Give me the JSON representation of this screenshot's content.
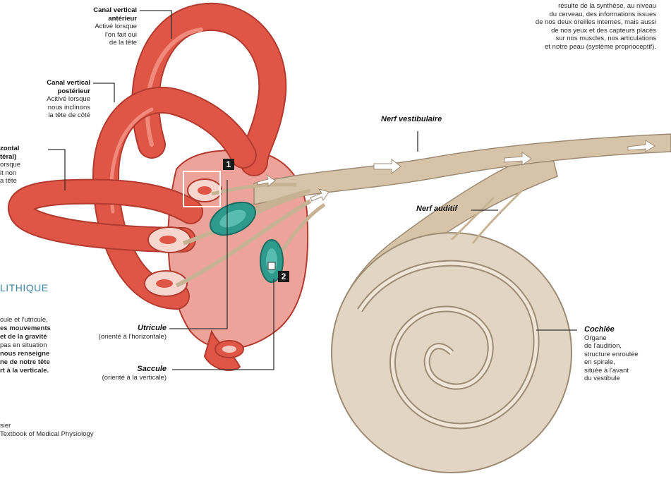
{
  "labels": {
    "canal_anterieur": {
      "title1": "Canal vertical",
      "title2": "antérieur",
      "desc": [
        "Activé lorsque",
        "l'on fait oui",
        "de la tête"
      ]
    },
    "canal_posterieur": {
      "title1": "Canal vertical",
      "title2": "postérieur",
      "desc": [
        "Acitivé lorsque",
        "nous inclinons",
        "la tête de côté"
      ]
    },
    "canal_horizontal": {
      "title1": "zontal",
      "title2": "téral)",
      "desc": [
        "orsque",
        "it non",
        "a tête"
      ]
    },
    "intro": [
      "résulte de la synthèse, au niveau",
      "du cerveau, des informations issues",
      "de nos deux oreilles internes, mais aussi",
      "de nos yeux et des capteurs placés",
      "sur nos muscles, nos articulations",
      "et notre peau (système proprioceptif)."
    ],
    "nerf_vestibulaire": "Nerf vestibulaire",
    "nerf_auditif": "Nerf auditif",
    "utricule": {
      "title": "Utricule",
      "desc": "(orienté à l'horizontale)"
    },
    "saccule": {
      "title": "Saccule",
      "desc": "(orienté à la verticale)"
    },
    "cochlee": {
      "title": "Cochlée",
      "desc": [
        "Organe",
        "de l'audition,",
        "structure enroulée",
        "en spirale,",
        "située à l'avant",
        "du vestibule"
      ]
    },
    "marker1": "1",
    "marker2": "2"
  },
  "section": {
    "title": "LITHIQUE",
    "lines": [
      "cule et l'utricule,",
      "es mouvements",
      "et de la gravité",
      "pas en situation",
      "nous renseigne",
      "ne de notre tête",
      "rt à la verticale."
    ]
  },
  "source": [
    "sier",
    "Textbook of Medical Physiology"
  ],
  "colors": {
    "canal": "#e05646",
    "canal_dark": "#b23a2e",
    "vestibule": "#eea39a",
    "nerve": "#d6c3a8",
    "cochlea": "#e3d5c3",
    "cochlea_line": "#9e8b74",
    "otolith": "#2e9a8d",
    "section_title": "#3c86a8"
  }
}
